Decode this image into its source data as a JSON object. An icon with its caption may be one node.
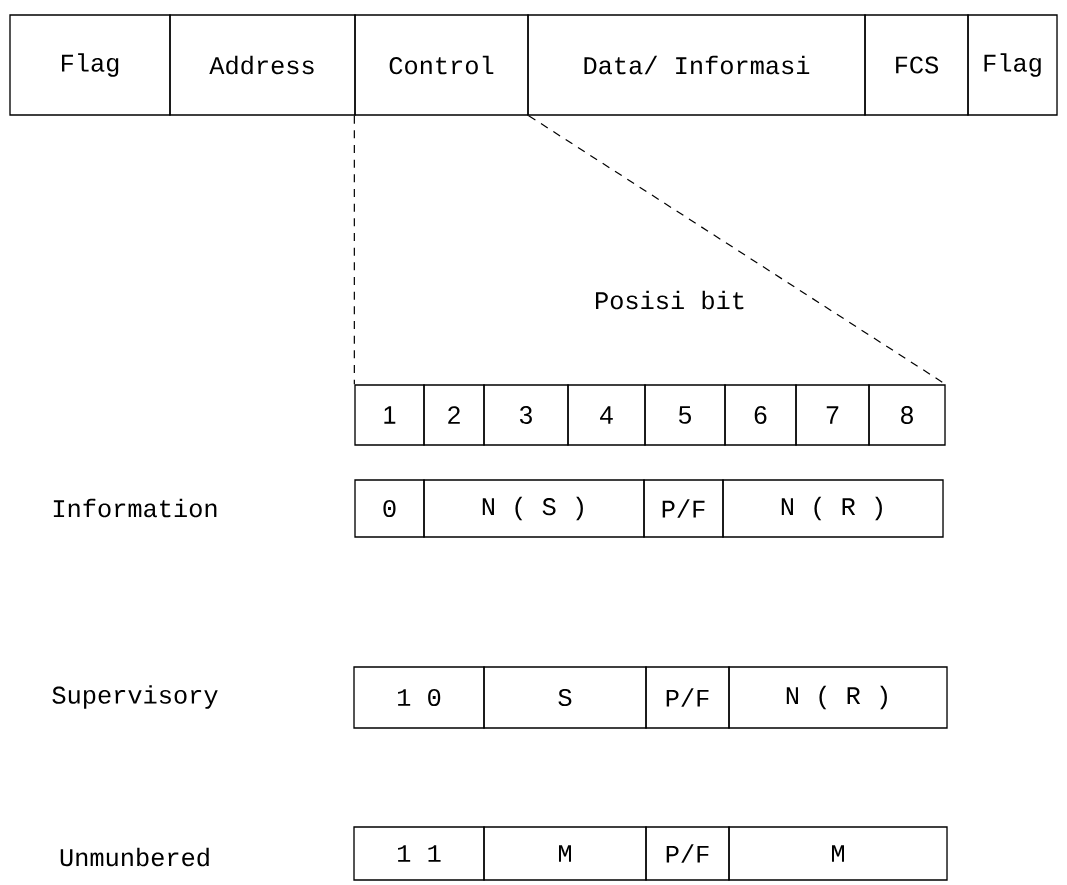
{
  "diagram": {
    "nodes": [
      {
        "text": [
          "Flag"
        ]
      },
      {
        "text": [
          "Address"
        ]
      },
      {
        "text": [
          "Control"
        ]
      },
      {
        "text": [
          "Data/ Informasi"
        ]
      },
      {
        "text": [
          "FCS"
        ]
      },
      {
        "text": [
          "Flag"
        ]
      },
      {
        "text": [
          "1"
        ]
      },
      {
        "text": [
          "2"
        ]
      },
      {
        "text": [
          "3"
        ]
      },
      {
        "text": [
          "4"
        ]
      },
      {
        "text": [
          "5"
        ]
      },
      {
        "text": [
          "6"
        ]
      },
      {
        "text": [
          "7"
        ]
      },
      {
        "text": [
          "8"
        ]
      },
      {
        "text": [
          "0"
        ]
      },
      {
        "text": [
          "N ( S )"
        ]
      },
      {
        "text": [
          "P/F"
        ]
      },
      {
        "text": [
          "N ( R )"
        ]
      },
      {
        "text": [
          "1 0"
        ]
      },
      {
        "text": [
          "S"
        ]
      },
      {
        "text": [
          "P/F"
        ]
      },
      {
        "text": [
          "N ( R )"
        ]
      },
      {
        "text": [
          "1 1"
        ]
      },
      {
        "text": [
          "M"
        ]
      },
      {
        "text": [
          "P/F"
        ]
      },
      {
        "text": [
          "M"
        ]
      }
    ],
    "edges": [
      {
        "from": 2,
        "to": 6,
        "arrow": "none",
        "style": "dashed"
      },
      {
        "from": 2,
        "to": 13,
        "arrow": "none",
        "style": "dashed"
      }
    ],
    "labels": [
      "Posisi bit",
      "Information",
      "Supervisory",
      "Unmunbered"
    ]
  }
}
